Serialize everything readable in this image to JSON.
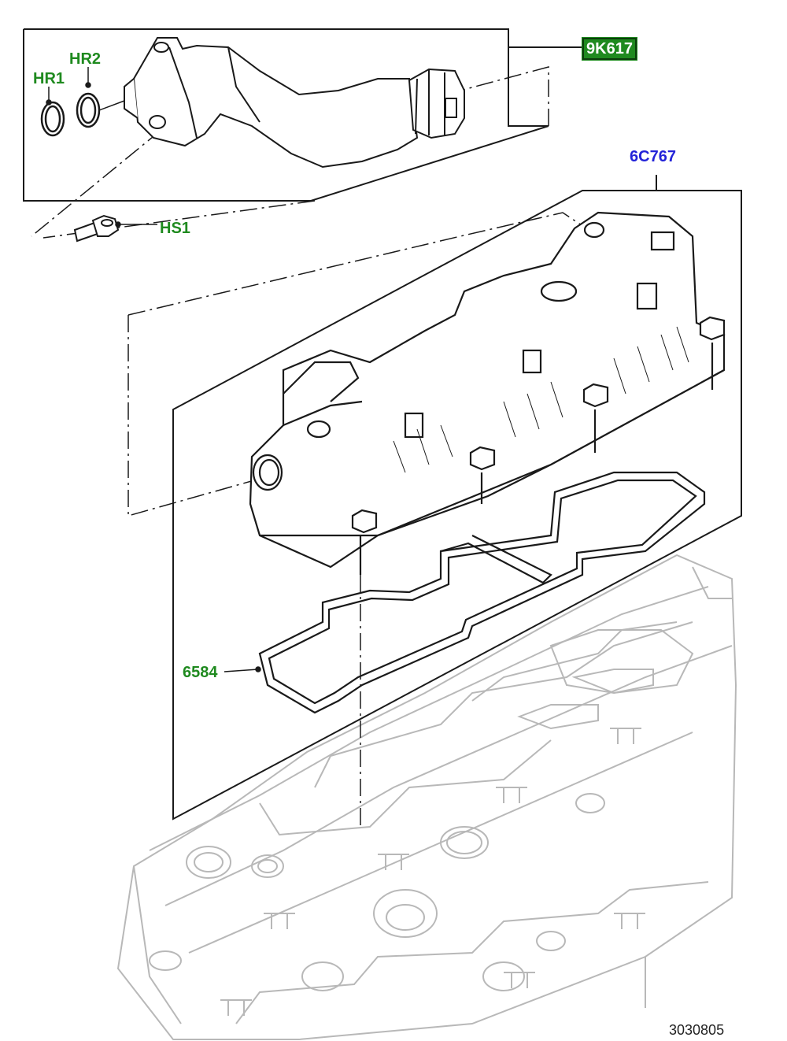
{
  "callouts": {
    "hose_assembly": "9K617",
    "cover_assembly": "6C767",
    "o_ring_1": "HR1",
    "o_ring_2": "HR2",
    "screw": "HS1",
    "gasket": "6584"
  },
  "figure_ref": "3030805",
  "colors": {
    "part_label": "#1f8a1f",
    "assembly_label": "#2323d8",
    "outline": "#1a1a1a",
    "background_part": "#b8b8b8"
  }
}
